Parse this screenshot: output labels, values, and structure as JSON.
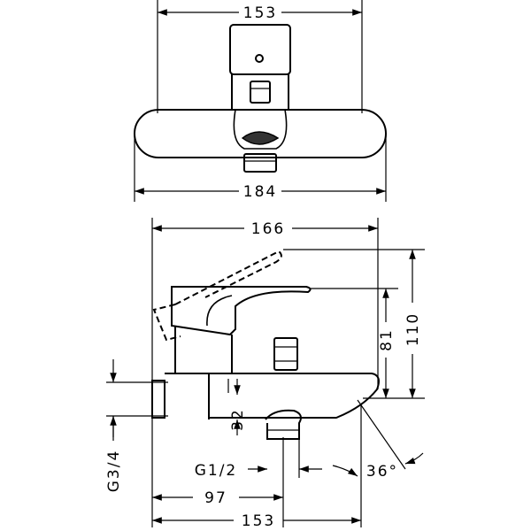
{
  "dimensions": {
    "top_width": "153",
    "top_overall": "184",
    "side_depth": "166",
    "side_height_total": "110",
    "side_height_spout": "81",
    "side_spout_offset": "32",
    "side_inlet_thread": "G3/4",
    "side_outlet_thread": "G1/2",
    "side_angle": "36°",
    "side_outlet_pos": "97",
    "side_spout_projection": "153"
  }
}
